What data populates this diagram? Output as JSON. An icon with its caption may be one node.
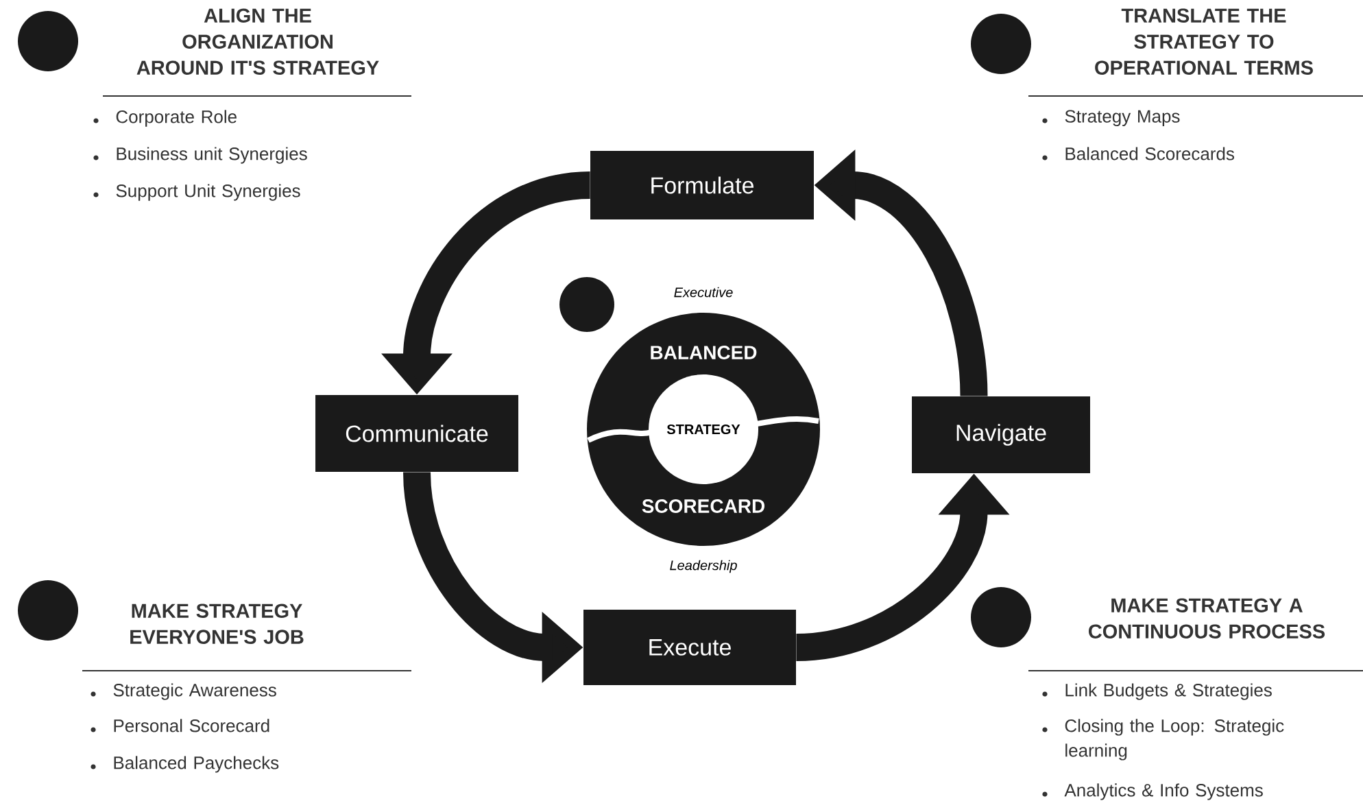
{
  "diagram": {
    "nodes": [
      {
        "text": [],
        "shape": "circle",
        "beside": [
          "ALIGN THE ORGANIZATION AROUND IT'S STRATEGY"
        ]
      },
      {
        "text": [],
        "shape": "circle",
        "beside": [
          "TRANSLATE THE STRATEGY TO OPERATIONAL TERMS"
        ]
      },
      {
        "text": [
          "Formulate"
        ]
      },
      {
        "text": [],
        "shape": "circle"
      },
      {
        "text": [
          "BALANCED",
          "STRATEGY",
          "SCORECARD"
        ],
        "beside": [
          "Executive",
          "Leadership"
        ]
      },
      {
        "text": [
          "Communicate"
        ]
      },
      {
        "text": [
          "Navigate"
        ]
      },
      {
        "text": [],
        "shape": "circle",
        "beside": [
          "MAKE STRATEGY EVERYONE'S JOB"
        ]
      },
      {
        "text": [],
        "shape": "circle",
        "beside": [
          "MAKE STRATEGY A CONTINUOUS PROCESS"
        ]
      },
      {
        "text": [
          "Execute"
        ]
      }
    ],
    "edges": [
      {
        "from": 2,
        "to": 5,
        "arrow": "to"
      },
      {
        "from": 5,
        "to": 9,
        "arrow": "to"
      },
      {
        "from": 9,
        "to": 6,
        "arrow": "to"
      },
      {
        "from": 6,
        "to": 2,
        "arrow": "to"
      }
    ],
    "labels": [
      "Corporate Role",
      "Business unit Synergies",
      "Support Unit Synergies",
      "Strategy Maps",
      "Balanced Scorecards",
      "Strategic Awareness",
      "Personal Scorecard",
      "Balanced Paychecks",
      "Link Budgets & Strategies",
      "Closing the Loop: Strategic learning",
      "Analytics & Info Systems"
    ]
  }
}
